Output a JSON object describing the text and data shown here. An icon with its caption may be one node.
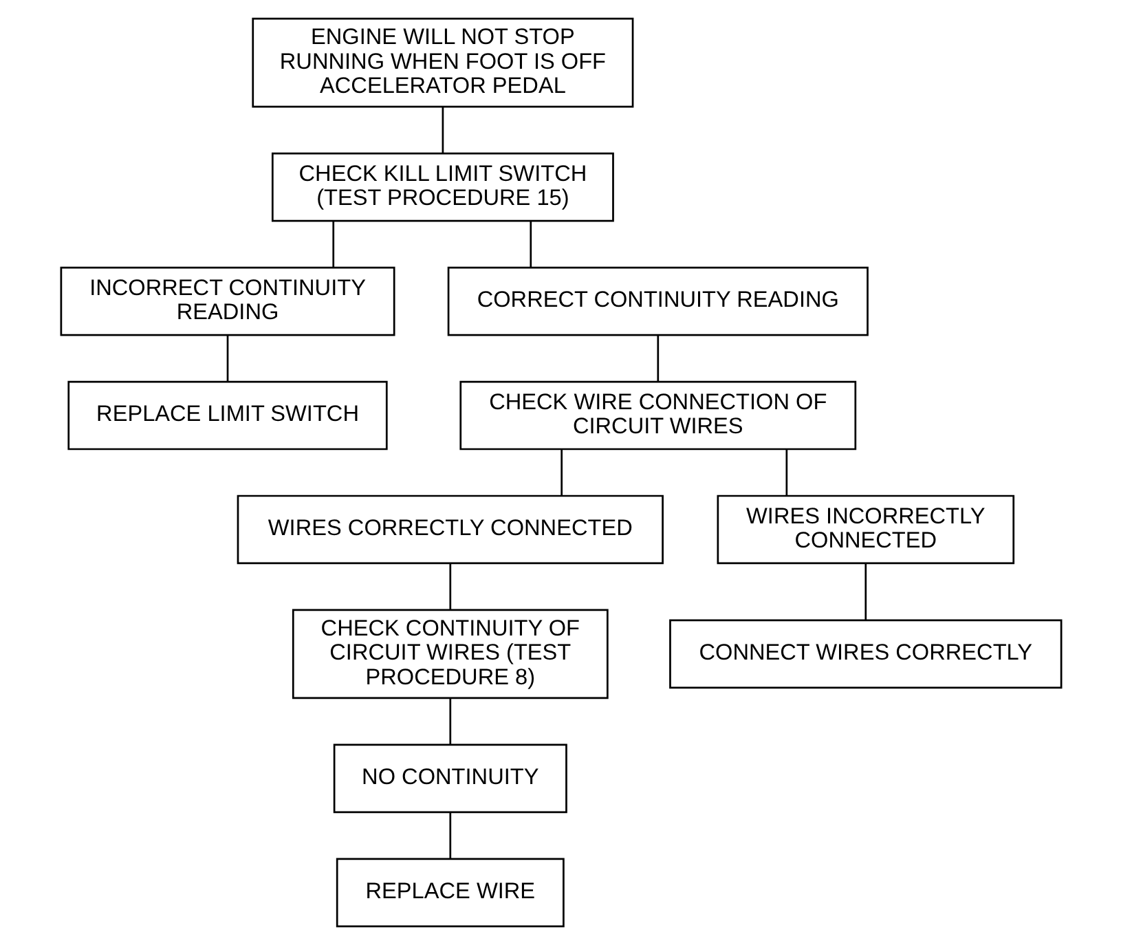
{
  "diagram": {
    "nodes": [
      {
        "text": [
          "ENGINE WILL NOT STOP RUNNING WHEN FOOT IS OFF ACCELERATOR PEDAL"
        ]
      },
      {
        "text": [
          "CHECK KILL LIMIT SWITCH (TEST PROCEDURE 15)"
        ]
      },
      {
        "text": [
          "INCORRECT CONTINUITY READING"
        ]
      },
      {
        "text": [
          "CORRECT CONTINUITY READING"
        ]
      },
      {
        "text": [
          "REPLACE LIMIT SWITCH"
        ]
      },
      {
        "text": [
          "CHECK WIRE CONNECTION OF CIRCUIT WIRES"
        ]
      },
      {
        "text": [
          "WIRES CORRECTLY CONNECTED"
        ]
      },
      {
        "text": [
          "WIRES INCORRECTLY CONNECTED"
        ]
      },
      {
        "text": [
          "CHECK CONTINUITY OF CIRCUIT WIRES (TEST PROCEDURE 8)"
        ]
      },
      {
        "text": [
          "CONNECT WIRES CORRECTLY"
        ]
      },
      {
        "text": [
          "NO CONTINUITY"
        ]
      },
      {
        "text": [
          "REPLACE WIRE"
        ]
      }
    ],
    "edges": [
      {
        "from": 0,
        "to": 1,
        "arrow": "none"
      },
      {
        "from": 1,
        "to": 2,
        "arrow": "none"
      },
      {
        "from": 1,
        "to": 3,
        "arrow": "none"
      },
      {
        "from": 2,
        "to": 4,
        "arrow": "none"
      },
      {
        "from": 3,
        "to": 5,
        "arrow": "none"
      },
      {
        "from": 5,
        "to": 6,
        "arrow": "none"
      },
      {
        "from": 5,
        "to": 7,
        "arrow": "none"
      },
      {
        "from": 6,
        "to": 8,
        "arrow": "none"
      },
      {
        "from": 7,
        "to": 9,
        "arrow": "none"
      },
      {
        "from": 8,
        "to": 10,
        "arrow": "none"
      },
      {
        "from": 10,
        "to": 11,
        "arrow": "none"
      }
    ]
  }
}
